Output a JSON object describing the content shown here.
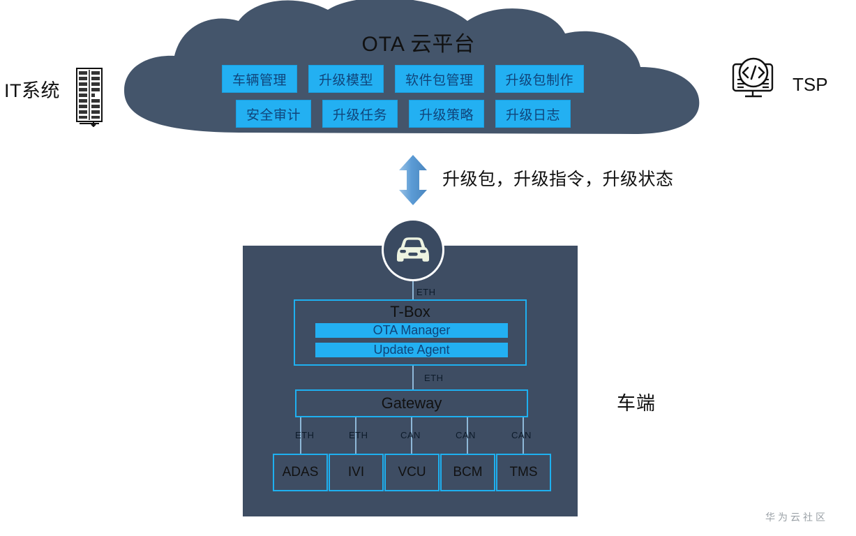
{
  "diagram": {
    "title": "OTA 云平台",
    "watermark": "华为云社区"
  },
  "it_system": {
    "label": "IT系统",
    "icon": "server-rack-icon"
  },
  "tsp": {
    "label": "TSP",
    "icon": "monitor-code-icon"
  },
  "cloud": {
    "title": "OTA 云平台",
    "row1": [
      {
        "label": "车辆管理"
      },
      {
        "label": "升级模型"
      },
      {
        "label": "软件包管理"
      },
      {
        "label": "升级包制作"
      }
    ],
    "row2": [
      {
        "label": "安全审计"
      },
      {
        "label": "升级任务"
      },
      {
        "label": "升级策略"
      },
      {
        "label": "升级日志"
      }
    ]
  },
  "flow": {
    "arrow_icon": "double-arrow-vertical-icon",
    "label": "升级包，升级指令，升级状态"
  },
  "vehicle": {
    "side_label": "车端",
    "car_icon": "car-front-icon",
    "uplink_label": "ETH",
    "tbox": {
      "title": "T-Box",
      "modules": [
        {
          "label": "OTA Manager"
        },
        {
          "label": "Update Agent"
        }
      ],
      "downlink_label": "ETH"
    },
    "gateway": {
      "label": "Gateway"
    },
    "ecus": [
      {
        "label": "ADAS",
        "bus": "ETH"
      },
      {
        "label": "IVI",
        "bus": "ETH"
      },
      {
        "label": "VCU",
        "bus": "CAN"
      },
      {
        "label": "BCM",
        "bus": "CAN"
      },
      {
        "label": "TMS",
        "bus": "CAN"
      }
    ]
  },
  "colors": {
    "cloud_fill": "#44556b",
    "panel_fill": "#3e4d63",
    "accent_cyan": "#23b0f2",
    "border_cyan": "#1eb0f0",
    "arrow_blue": "#5b9bd5",
    "line_blue": "#8fb8d8",
    "text_dark": "#111111",
    "box_text": "#10447a"
  }
}
